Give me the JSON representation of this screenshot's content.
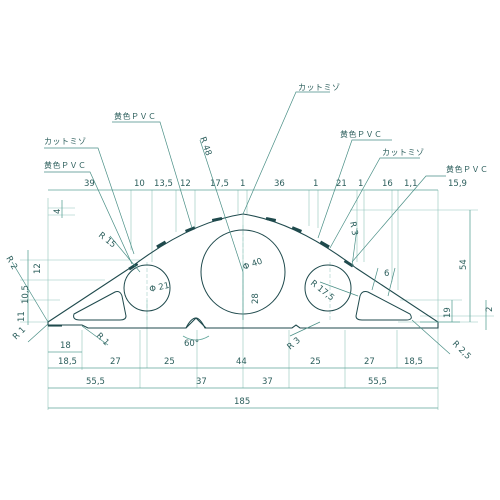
{
  "callouts": {
    "groove_top": "カットミゾ",
    "pvc_left": "黄色ＰＶＣ",
    "groove_left": "カットミゾ",
    "pvc_left2": "黄色ＰＶＣ",
    "pvc_right": "黄色ＰＶＣ",
    "groove_right": "カットミゾ",
    "pvc_right2": "黄色ＰＶＣ"
  },
  "dims_top": {
    "d39": "39",
    "d10": "10",
    "d13_5": "13,5",
    "d12": "12",
    "d17_5": "17,5",
    "d1a": "1",
    "d36": "36",
    "d1b": "1",
    "d21": "21",
    "d1c": "1",
    "d16": "16",
    "d1_1": "1,1",
    "d15_9": "15,9"
  },
  "dims_bottom1": {
    "d18": "18",
    "d18_5a": "18,5",
    "d27a": "27",
    "d25a": "25",
    "d44": "44",
    "d25b": "25",
    "d27b": "27",
    "d18_5b": "18,5"
  },
  "dims_bottom2": {
    "d55_5a": "55,5",
    "d37a": "37",
    "d37b": "37",
    "d55_5b": "55,5"
  },
  "dims_overall": {
    "d185": "185"
  },
  "dims_vertical": {
    "d54": "54",
    "d19": "19",
    "d2": "2",
    "d28": "28",
    "d12v": "12",
    "d10_5": "10,5",
    "d11": "11",
    "d4": "4"
  },
  "radii": {
    "r48": "R 48",
    "r15": "R 15",
    "r2": "R 2",
    "r1a": "R 1",
    "r1b": "R 1",
    "r3a": "R 3",
    "r17_5": "R 17,5",
    "r3b": "R 3",
    "r2_5": "R 2,5"
  },
  "diameters": {
    "phi21": "Φ 21",
    "phi40": "Φ 40"
  },
  "misc": {
    "angle60": "60°",
    "d6": "6"
  }
}
